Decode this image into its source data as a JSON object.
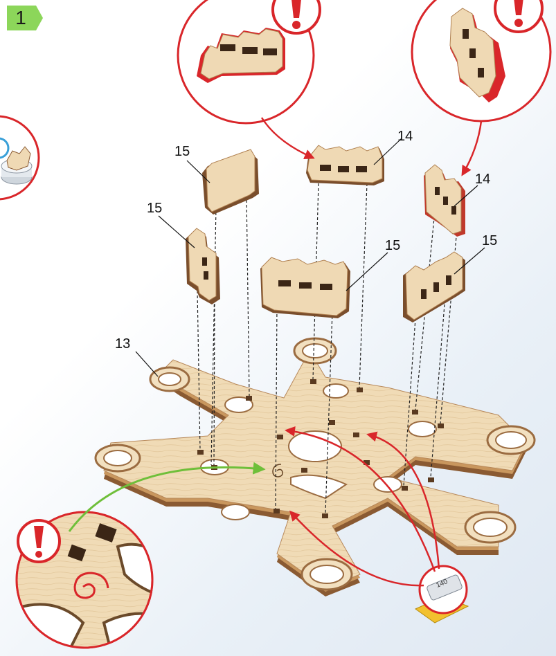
{
  "step": {
    "number": "1"
  },
  "labels": {
    "part13": "13",
    "part14_a": "14",
    "part14_b": "14",
    "part15_a": "15",
    "part15_b": "15",
    "part15_c": "15",
    "part15_d": "15"
  },
  "sticker": {
    "text": "140"
  },
  "colors": {
    "wood": "#efd9b4",
    "wood_edge": "#8a5a32",
    "red_accent": "#d9262a",
    "green_arrow": "#6fbf3a",
    "step_badge": "#8cd65a"
  },
  "icons": [
    "warning-exclamation-icon",
    "spiral-mark-icon",
    "glue-tube-icon"
  ]
}
